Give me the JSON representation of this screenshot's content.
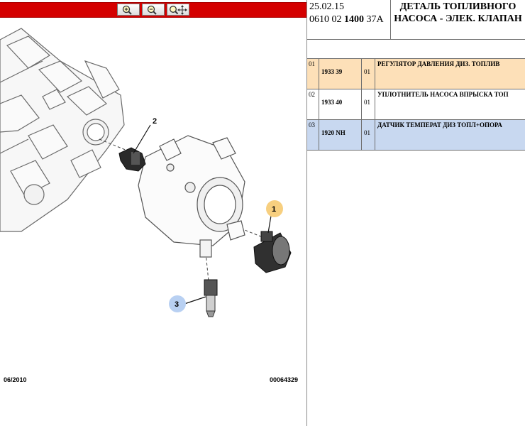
{
  "toolbar": {
    "zoom_in_icon": "zoom-in-icon",
    "zoom_out_icon": "zoom-out-icon",
    "pan_zoom_icon": "pan-zoom-icon"
  },
  "diagram": {
    "callouts": [
      "1",
      "2",
      "3"
    ],
    "date": "06/2010",
    "number": "00064329"
  },
  "header": {
    "date": "25.02.15",
    "code_a": "0610 02",
    "code_b": "1400",
    "code_c": "37A",
    "title": "ДЕТАЛЬ ТОПЛИВНОГО НАСОСА - ЭЛЕК. КЛАПАН"
  },
  "parts": [
    {
      "idx": "01",
      "ref": "1933 39",
      "qty": "01",
      "desc": "РЕГУЛЯТОР ДАВЛЕНИЯ ДИЗ. ТОПЛИВ",
      "bg": "#fde0b8"
    },
    {
      "idx": "02",
      "ref": "1933 40",
      "qty": "01",
      "desc": "УПЛОТНИТЕЛЬ НАСОСА ВПРЫСКА ТОП",
      "bg": "#ffffff"
    },
    {
      "idx": "03",
      "ref": "1920 NH",
      "qty": "01",
      "desc": "ДАТЧИК ТЕМПЕРАТ ДИЗ ТОПЛ+ОПОРА",
      "bg": "#c8d8f0"
    }
  ],
  "colors": {
    "toolbar": "#d40000",
    "callout_1": "#f7cf7f",
    "callout_3": "#b8d0f2"
  }
}
